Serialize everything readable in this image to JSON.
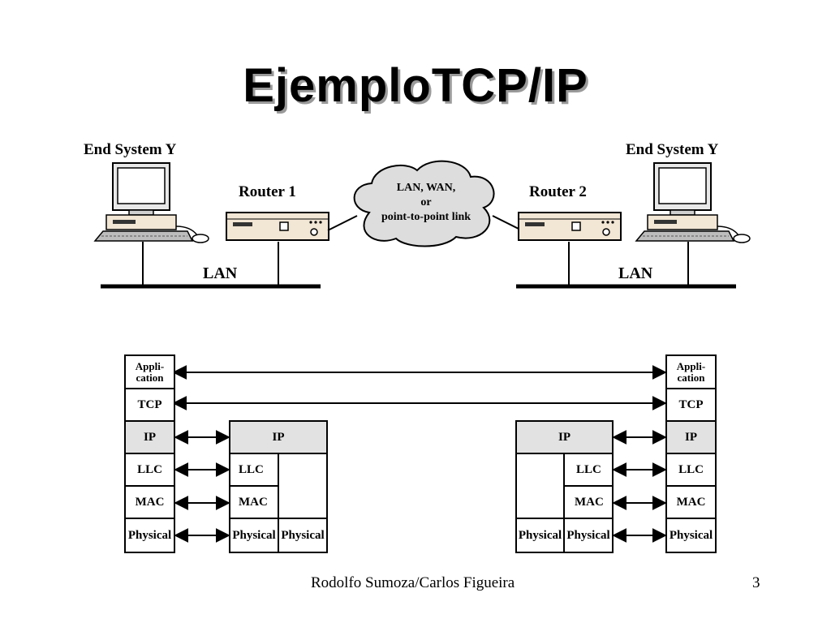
{
  "title": "EjemploTCP/IP",
  "top_diagram": {
    "end_system_left": "End System Y",
    "end_system_right": "End System Y",
    "router_1": "Router 1",
    "router_2": "Router 2",
    "lan_left": "LAN",
    "lan_right": "LAN",
    "cloud_lines": [
      "LAN, WAN,",
      "or",
      "point-to-point link"
    ],
    "icons": [
      "computer-icon",
      "router-icon",
      "cloud-icon"
    ]
  },
  "stacks": {
    "host_left": {
      "application": "Appli-\ncation",
      "tcp": "TCP",
      "ip": "IP",
      "llc": "LLC",
      "mac": "MAC",
      "physical": "Physical"
    },
    "router_1": {
      "ip": "IP",
      "llc": "LLC",
      "mac": "MAC",
      "physical_left": "Physical",
      "physical_right": "Physical"
    },
    "router_2": {
      "ip": "IP",
      "llc": "LLC",
      "mac": "MAC",
      "physical_left": "Physical",
      "physical_right": "Physical"
    },
    "host_right": {
      "application": "Appli-\ncation",
      "tcp": "TCP",
      "ip": "IP",
      "llc": "LLC",
      "mac": "MAC",
      "physical": "Physical"
    }
  },
  "colors": {
    "shaded_layer": "#e2e2e2",
    "device_body": "#f2e6d4",
    "cloud_fill": "#dddddd"
  },
  "footer": {
    "author": "Rodolfo Sumoza/Carlos Figueira",
    "page": "3"
  }
}
